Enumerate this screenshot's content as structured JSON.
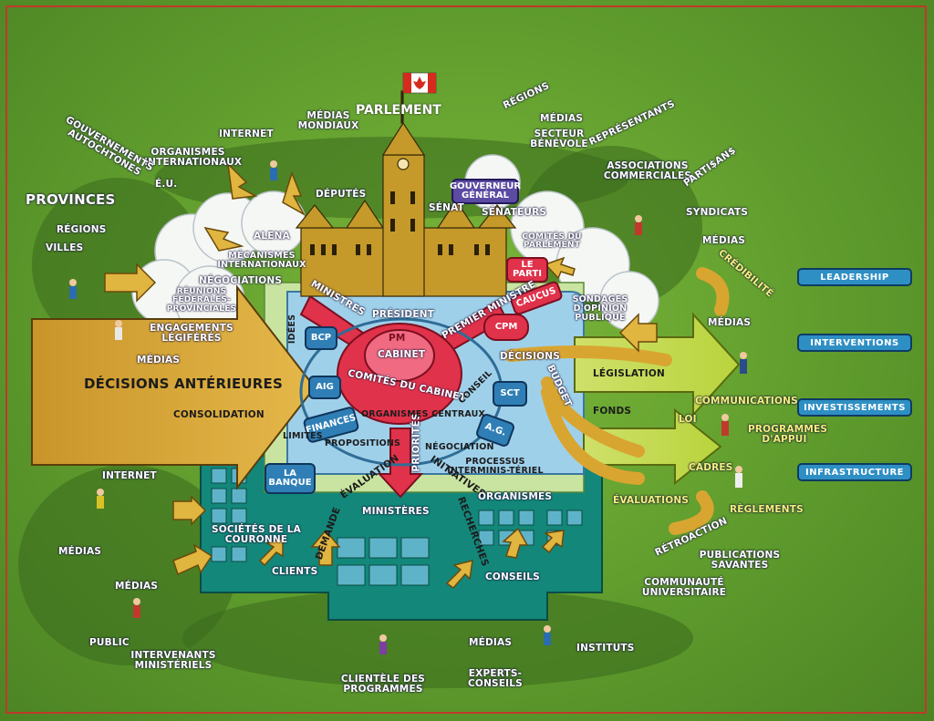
{
  "title": "PARLEMENT",
  "governor_general": "GOUVERNEUR GÉNÉRAL",
  "le_parti": "LE PARTI",
  "caucus": "CAUCUS",
  "cpm": "CPM",
  "bcp": "BCP",
  "aig": "AIG",
  "finances": "FINANCES",
  "sct": "SCT",
  "ag": "A.G.",
  "la_banque": "LA BANQUE",
  "pm": "PM",
  "cabinet": "CABINET",
  "comites_cabinet": "COMITÉS DU CABINET",
  "ministres": "MINISTRES",
  "premier_ministre": "PREMIER MINISTRE",
  "president": "PRÉSIDENT",
  "decisions_anterieures": "DÉCISIONS ANTÉRIEURES",
  "consolidation": "CONSOLIDATION",
  "engagements": "ENGAGEMENTS LÉGIFÉRÉS",
  "legislation": "LÉGISLATION",
  "fonds": "FONDS",
  "budget": "BUDGET",
  "decisions": "DÉCISIONS",
  "priorites": "PRIORITÉS",
  "evaluation": "ÉVALUATION",
  "initiatives": "INITIATIVES",
  "demande": "DEMANDE",
  "recherches": "RECHERCHES",
  "ministeres": "MINISTÈRES",
  "organismes": "ORGANISMES",
  "societes": "SOCIÉTÉS DE LA COURONNE",
  "legend": [
    "LEADERSHIP",
    "INTERVENTIONS",
    "INVESTISSEMENTS",
    "INFRASTRUCTURE"
  ],
  "labels": {
    "parlement_dep": "DÉPUTÉS",
    "senat": "SÉNAT",
    "senateurs": "SÉNATEURS",
    "comites_parl": "COMITÉS DU PARLEMENT",
    "sondages": "SONDAGES D'OPINION PUBLIQUE",
    "alena": "ALENA",
    "mecanismes": "MÉCANISMES INTERNATIONAUX",
    "negociations": "NÉGOCIATIONS",
    "reunions": "RÉUNIONS FÉDÉRALES-PROVINCIALES",
    "idees": "IDÉES",
    "conseil": "CONSEIL",
    "organismes_centraux": "ORGANISMES CENTRAUX",
    "propositions": "PROPOSITIONS",
    "negociation": "NÉGOCIATION",
    "limites": "LIMITES",
    "processus": "PROCESSUS INTERMINIS-TÉRIEL",
    "internet_top": "INTERNET",
    "medias_mondiaux": "MÉDIAS MONDIAUX",
    "organismes_int": "ORGANISMES INTERNATIONAUX",
    "gouv_autochtones": "GOUVERNEMENTS AUTOCHTONES",
    "eu": "É.U.",
    "provinces": "PROVINCES",
    "regions_left": "RÉGIONS",
    "villes": "VILLES",
    "medias_left": "MÉDIAS",
    "regions_top": "RÉGIONS",
    "medias_top": "MÉDIAS",
    "secteur": "SECTEUR BÉNÉVOLE",
    "representants": "REPRÉSENTANTS",
    "associations": "ASSOCIATIONS COMMERCIALES",
    "partisans": "PARTI$AN$",
    "syndicats": "SYNDICATS",
    "medias_right": "MÉDIAS",
    "credibilite": "CRÉDIBILITÉ",
    "medias_right2": "MÉDIAS",
    "communications": "COMMUNICATIONS",
    "loi": "LOI",
    "programmes": "PROGRAMMES D'APPUI",
    "cadres": "CADRES",
    "evaluations": "ÉVALUATIONS",
    "reglements": "RÈGLEMENTS",
    "retroaction": "RÉTROACTION",
    "publications": "PUBLICATIONS SAVANTES",
    "communaute": "COMMUNAUTÉ UNIVERSITAIRE",
    "instituts": "INSTITUTS",
    "experts": "EXPERTS-CONSEILS",
    "medias_bottom": "MÉDIAS",
    "clientele": "CLIENTÈLE DES PROGRAMMES",
    "intervenants": "INTERVENANTS MINISTÉRIELS",
    "public": "PUBLIC",
    "medias_bl": "MÉDIAS",
    "internet_bl": "INTERNET",
    "clients": "CLIENTS",
    "conseils": "CONSEILS",
    "medias_mid": "MÉDIAS"
  },
  "colors": {
    "background": "#6aa832",
    "arrow_gold": "#d9a531",
    "blue_panel": "#9fd0ea",
    "teal_block": "#12887a",
    "red": "#e0324a",
    "border": "#c0392b"
  }
}
